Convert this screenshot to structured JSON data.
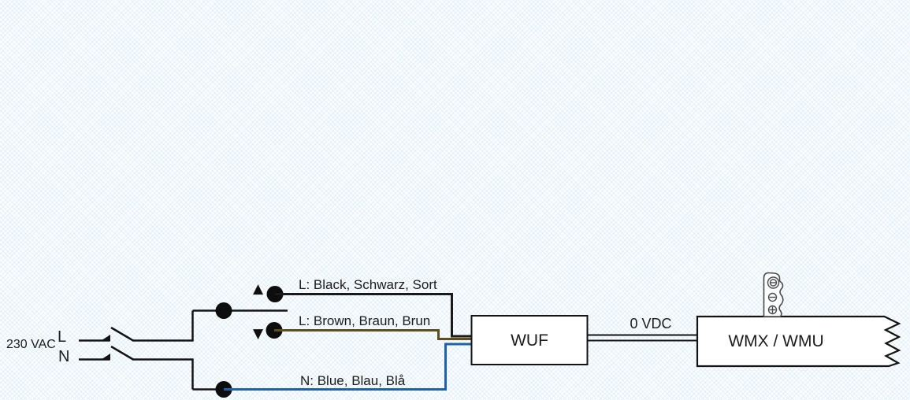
{
  "diagram": {
    "power": {
      "source_label": "230 VAC",
      "live_label": "L",
      "neutral_label": "N"
    },
    "icons": {
      "up_arrow": "▲",
      "down_arrow": "▼"
    },
    "wires": {
      "live_up": {
        "label": "L: Black, Schwarz, Sort",
        "color": "#1a1a1a"
      },
      "live_down": {
        "label": "L: Brown, Braun, Brun",
        "color": "#5b4e1f"
      },
      "neutral": {
        "label": "N: Blue, Blau, Blå",
        "color": "#2061ae"
      }
    },
    "controller": {
      "label": "WUF"
    },
    "bus": {
      "label": "0 VDC"
    },
    "motor": {
      "label": "WMX / WMU"
    }
  }
}
